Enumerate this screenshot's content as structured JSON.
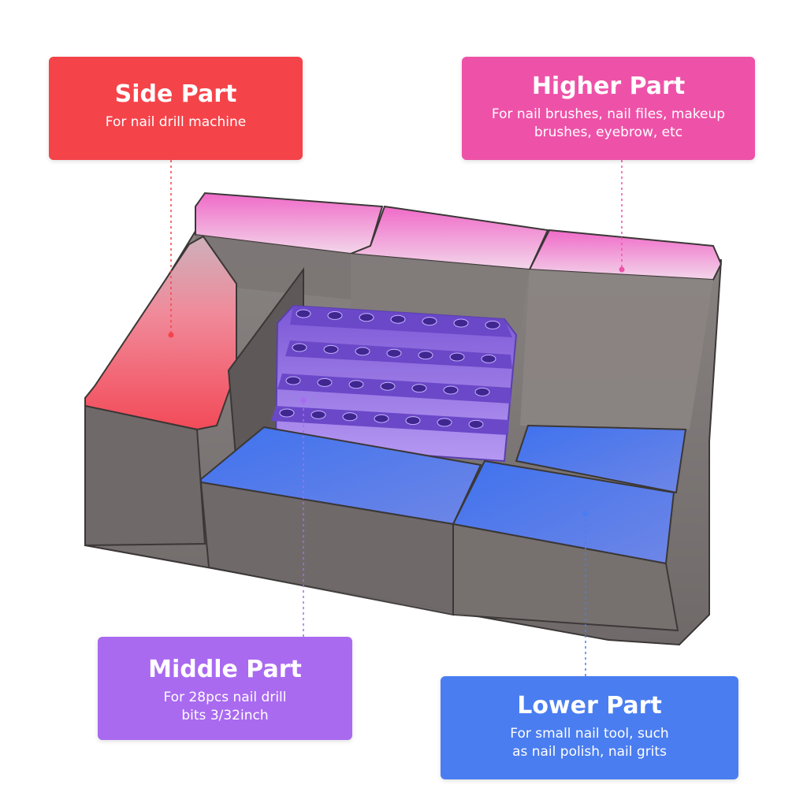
{
  "colors": {
    "side": "#f5434a",
    "higher": "#ee52a8",
    "middle": "#a96af0",
    "lower": "#4a7df0"
  },
  "callouts": {
    "side": {
      "title": "Side Part",
      "desc": "For nail drill machine"
    },
    "higher": {
      "title": "Higher Part",
      "desc": "For nail brushes, nail files, makeup\nbrushes, eyebrow, etc"
    },
    "middle": {
      "title": "Middle Part",
      "desc": "For 28pcs nail drill\nbits 3/32inch"
    },
    "lower": {
      "title": "Lower Part",
      "desc": "For small nail tool, such\nas nail polish, nail grits"
    }
  },
  "product": {
    "bit_holes": 28
  }
}
